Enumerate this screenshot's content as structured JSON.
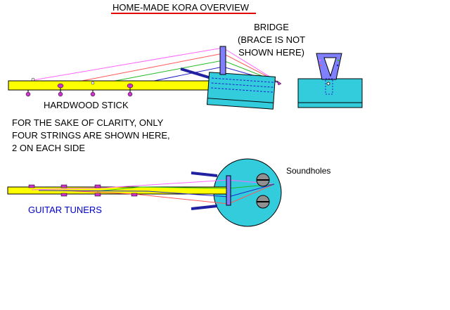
{
  "title": "HOME-MADE KORA OVERVIEW",
  "bridge_label": [
    "BRIDGE",
    "(BRACE IS NOT",
    "SHOWN HERE)"
  ],
  "stick_label": "HARDWOOD STICK",
  "clarity_note": [
    "FOR THE SAKE OF CLARITY, ONLY",
    "FOUR STRINGS ARE SHOWN HERE,",
    "2 ON EACH SIDE"
  ],
  "soundholes_label": "Soundholes",
  "tuners_label": "GUITAR TUNERS",
  "colors": {
    "stick": "#ffff00",
    "resonator": "#33ccdd",
    "title_underline": "#e00000",
    "bridge_fill": "#8080ff",
    "tuner_peg": "#cc33cc",
    "brace": "#2020a0",
    "tuners_text": "#0000cc",
    "strings": [
      "#ff66ff",
      "#ff5555",
      "#22bb22",
      "#2222cc"
    ]
  }
}
